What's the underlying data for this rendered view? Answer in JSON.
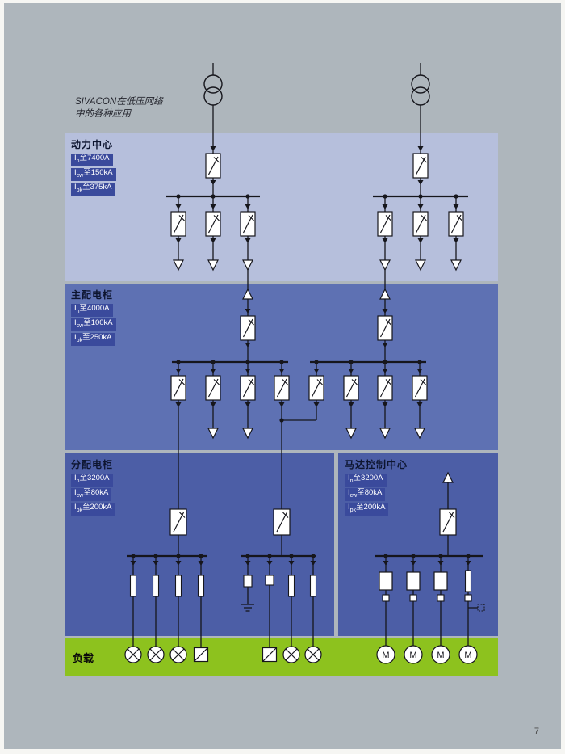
{
  "page": {
    "number": "7"
  },
  "intro": {
    "line1": "SIVACON在低压网络",
    "line2": "中的各种应用"
  },
  "sections": {
    "power_center": {
      "title": "动力中心",
      "specs": [
        {
          "pre": "I",
          "sub": "n",
          "post": "至7400A"
        },
        {
          "pre": "I",
          "sub": "cw",
          "post": "至150kA"
        },
        {
          "pre": "I",
          "sub": "pk",
          "post": "至375kA"
        }
      ]
    },
    "main_switchboard": {
      "title": "主配电柜",
      "specs": [
        {
          "pre": "I",
          "sub": "n",
          "post": "至4000A"
        },
        {
          "pre": "I",
          "sub": "cw",
          "post": "至100kA"
        },
        {
          "pre": "I",
          "sub": "pk",
          "post": "至250kA"
        }
      ]
    },
    "sub_distribution": {
      "title": "分配电柜",
      "specs": [
        {
          "pre": "I",
          "sub": "n",
          "post": "至3200A"
        },
        {
          "pre": "I",
          "sub": "cw",
          "post": "至80kA"
        },
        {
          "pre": "I",
          "sub": "pk",
          "post": "至200kA"
        }
      ]
    },
    "motor_control_center": {
      "title": "马达控制中心",
      "specs": [
        {
          "pre": "I",
          "sub": "n",
          "post": "至3200A"
        },
        {
          "pre": "I",
          "sub": "cw",
          "post": "至80kA"
        },
        {
          "pre": "I",
          "pk": "pk",
          "sub": "pk",
          "post": "至200kA"
        }
      ]
    },
    "load": {
      "title": "负载",
      "motor_label": "M"
    }
  },
  "colors": {
    "page_bg": "#aeb6bc",
    "band_power_center": "#b6bfdc",
    "band_main_switchboard": "#5e71b3",
    "band_sub_distribution": "#4c5ea6",
    "band_load": "#8dc21e",
    "spec_chip": "#3a4a9c",
    "line": "#16161c"
  }
}
